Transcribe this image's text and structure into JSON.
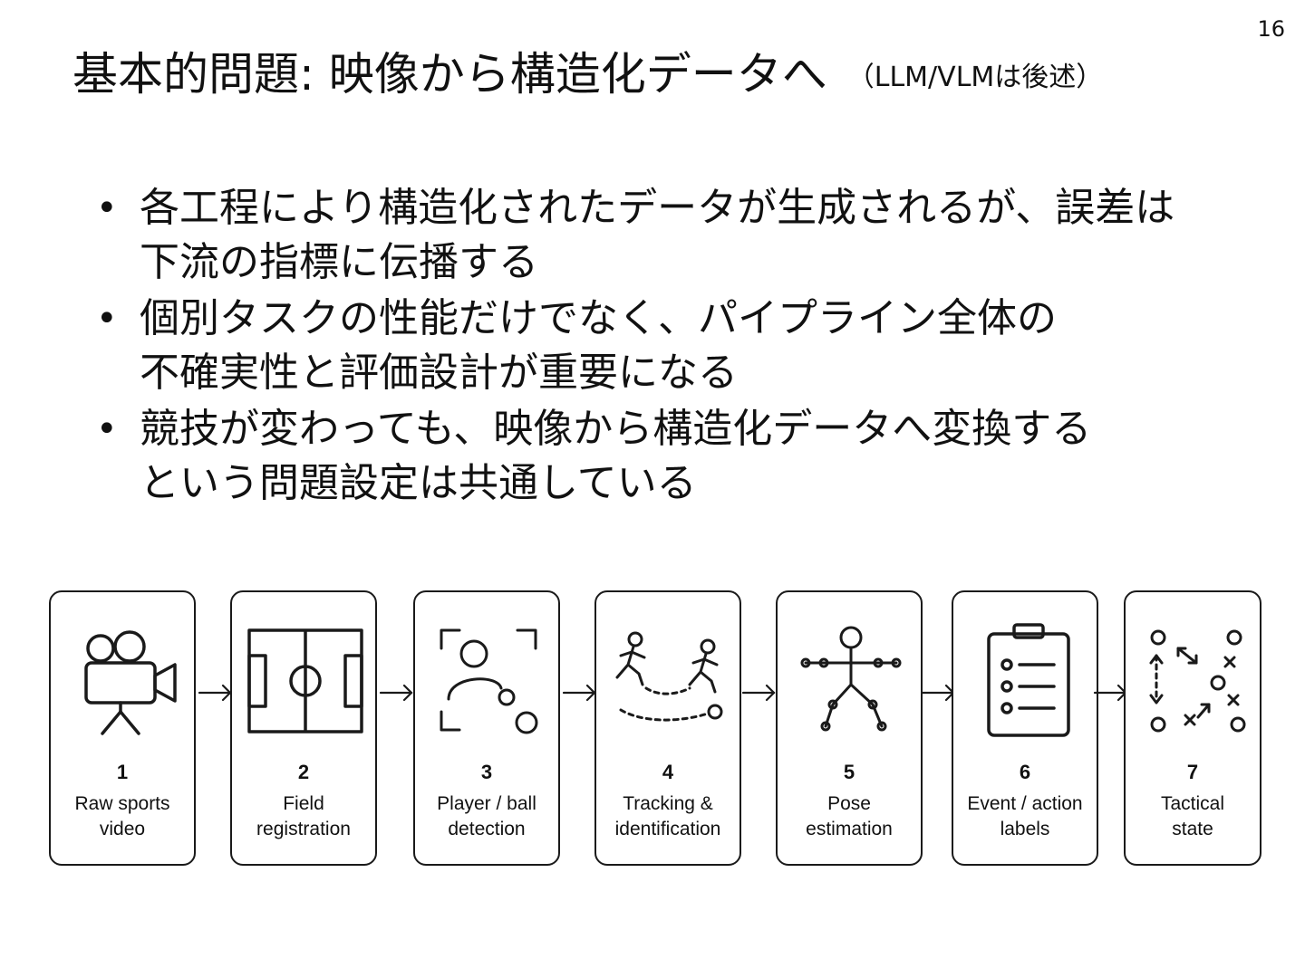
{
  "slide": {
    "page_number": "16",
    "title": "基本的問題: 映像から構造化データへ",
    "title_note": "（LLM/VLMは後述）"
  },
  "bullets": [
    {
      "lines": [
        "各工程により構造化されたデータが生成されるが、誤差は",
        "下流の指標に伝播する"
      ]
    },
    {
      "lines": [
        "個別タスクの性能だけでなく、パイプライン全体の",
        "不確実性と評価設計が重要になる"
      ]
    },
    {
      "lines": [
        "競技が変わっても、映像から構造化データへ変換する",
        "という問題設定は共通している"
      ]
    }
  ],
  "bullet_marker": "•",
  "pipeline": {
    "steps": [
      {
        "num": "1",
        "line1": "Raw sports",
        "line2": "video",
        "icon": "video-camera-icon"
      },
      {
        "num": "2",
        "line1": "Field",
        "line2": "registration",
        "icon": "soccer-field-icon"
      },
      {
        "num": "3",
        "line1": "Player / ball",
        "line2": "detection",
        "icon": "detection-box-icon"
      },
      {
        "num": "4",
        "line1": "Tracking &",
        "line2": "identification",
        "icon": "running-players-icon"
      },
      {
        "num": "5",
        "line1": "Pose",
        "line2": "estimation",
        "icon": "skeleton-icon"
      },
      {
        "num": "6",
        "line1": "Event / action",
        "line2": "labels",
        "icon": "clipboard-icon"
      },
      {
        "num": "7",
        "line1": "Tactical",
        "line2": "state",
        "icon": "tactics-icon"
      }
    ]
  },
  "colors": {
    "ink": "#111111",
    "stroke": "#1a1a1a",
    "background": "#ffffff"
  }
}
